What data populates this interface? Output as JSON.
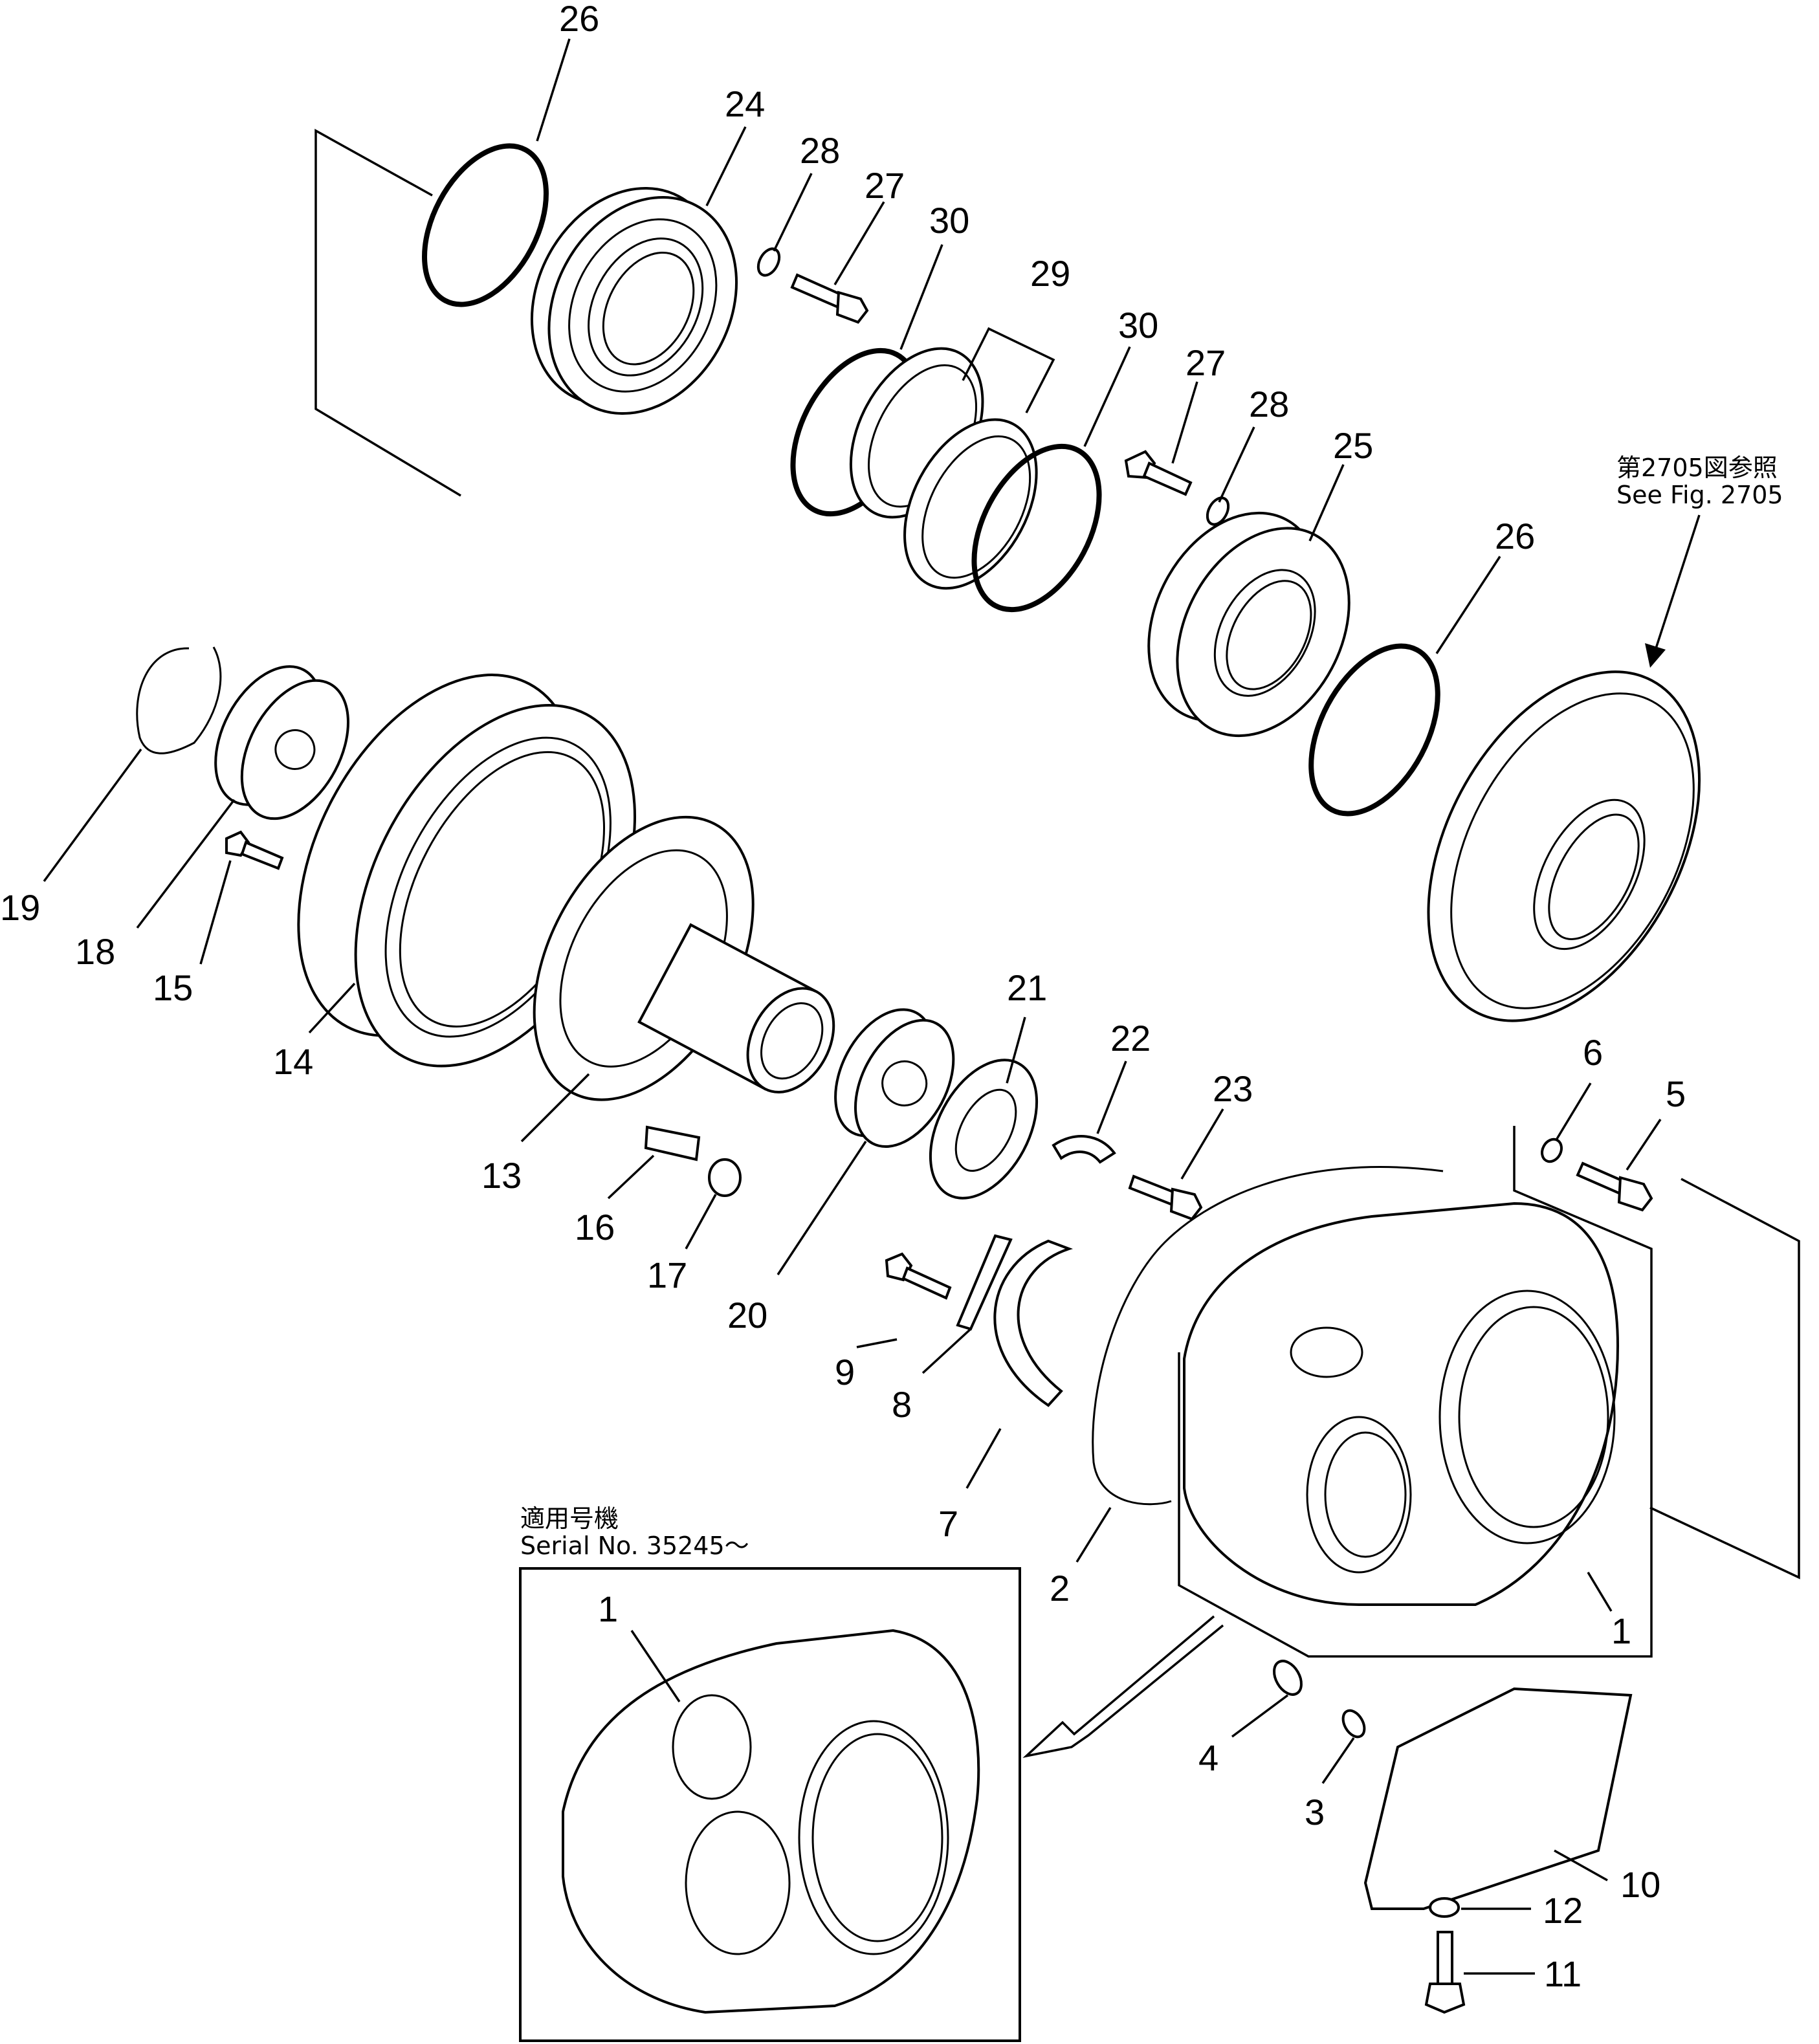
{
  "labels": {
    "p1a": "1",
    "p1b": "1",
    "p2": "2",
    "p3": "3",
    "p4": "4",
    "p5": "5",
    "p6": "6",
    "p7": "7",
    "p8": "8",
    "p9": "9",
    "p10": "10",
    "p11": "11",
    "p12": "12",
    "p13": "13",
    "p14": "14",
    "p15": "15",
    "p16": "16",
    "p17": "17",
    "p18": "18",
    "p19": "19",
    "p20": "20",
    "p21": "21",
    "p22": "22",
    "p23": "23",
    "p24": "24",
    "p25": "25",
    "p26a": "26",
    "p26b": "26",
    "p27a": "27",
    "p27b": "27",
    "p28a": "28",
    "p28b": "28",
    "p29": "29",
    "p30a": "30",
    "p30b": "30"
  },
  "notes": {
    "ref_jp": "第2705図参照",
    "ref_en": "See Fig. 2705",
    "serial_jp": "適用号機",
    "serial_en": "Serial  No. 35245～"
  }
}
